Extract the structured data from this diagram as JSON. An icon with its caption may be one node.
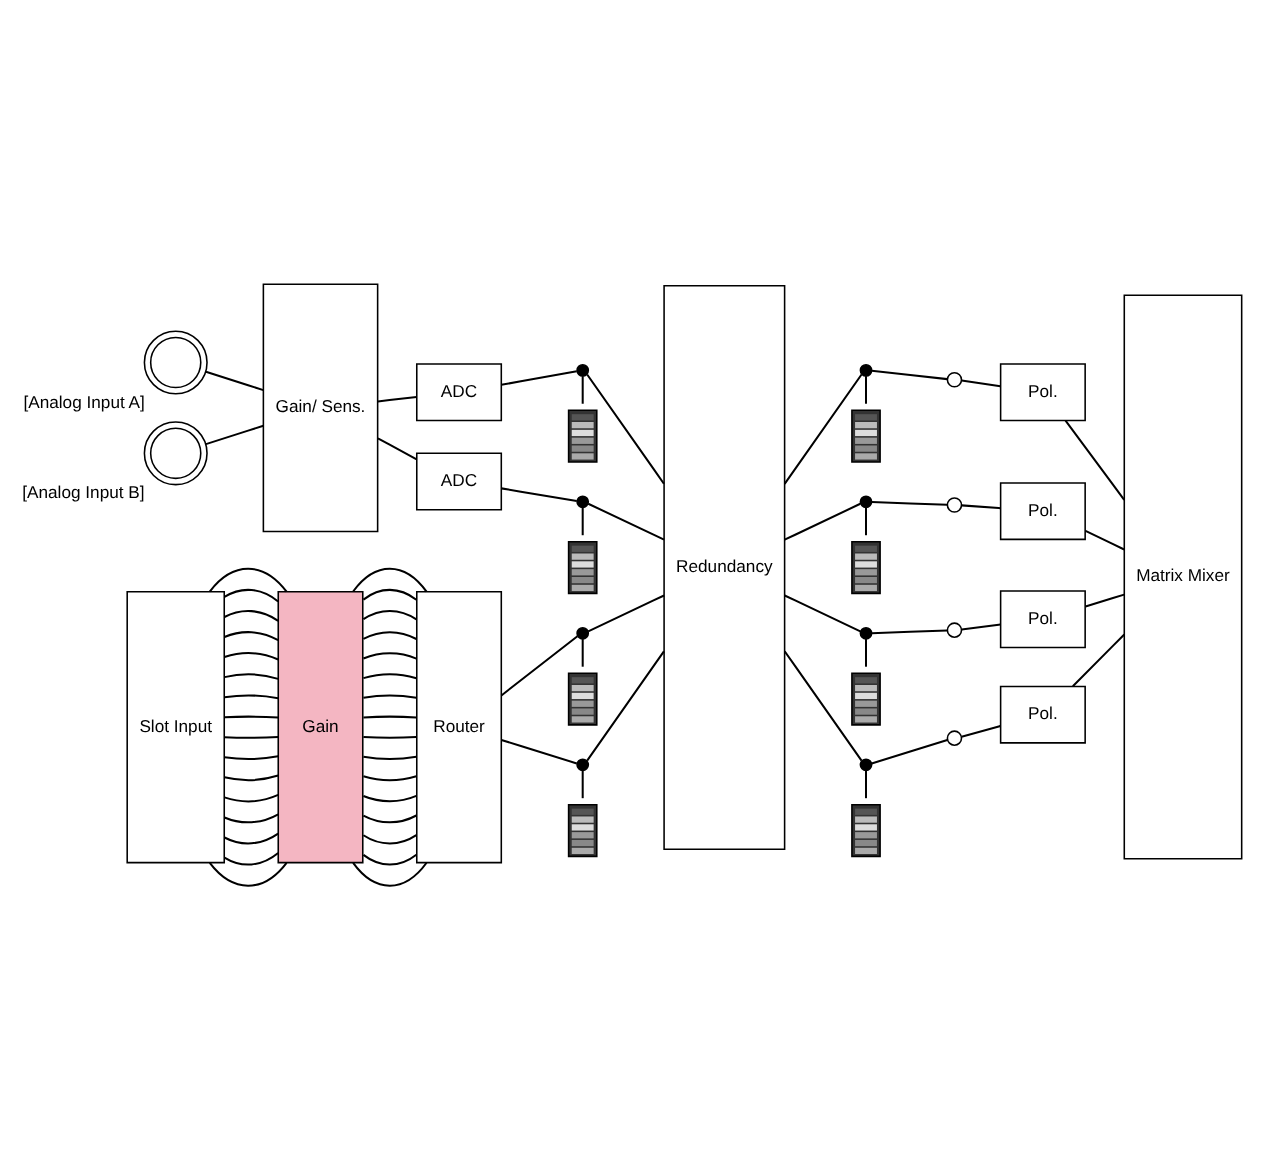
{
  "diagram": {
    "nodes": [
      {
        "text": [],
        "shape": "connector",
        "beside": [
          "[Analog Input A]"
        ]
      },
      {
        "text": [],
        "shape": "connector",
        "beside": [
          "[Analog Input B]"
        ]
      },
      {
        "text": [
          "Gain/ Sens."
        ]
      },
      {
        "text": [
          "ADC"
        ]
      },
      {
        "text": [
          "ADC"
        ]
      },
      {
        "text": [],
        "shape": "meter"
      },
      {
        "text": [],
        "shape": "dot"
      },
      {
        "text": [],
        "shape": "meter"
      },
      {
        "text": [],
        "shape": "dot"
      },
      {
        "text": [
          "Slot Input"
        ]
      },
      {
        "text": [
          "Gain"
        ]
      },
      {
        "text": [
          "Router"
        ]
      },
      {
        "text": [],
        "shape": "meter"
      },
      {
        "text": [],
        "shape": "dot"
      },
      {
        "text": [],
        "shape": "meter"
      },
      {
        "text": [],
        "shape": "dot"
      },
      {
        "text": [
          "Redundancy"
        ]
      },
      {
        "text": [],
        "shape": "meter"
      },
      {
        "text": [],
        "shape": "dot"
      },
      {
        "text": [],
        "shape": "switch"
      },
      {
        "text": [
          "Pol."
        ]
      },
      {
        "text": [],
        "shape": "meter"
      },
      {
        "text": [],
        "shape": "dot"
      },
      {
        "text": [],
        "shape": "switch"
      },
      {
        "text": [
          "Pol."
        ]
      },
      {
        "text": [],
        "shape": "meter"
      },
      {
        "text": [],
        "shape": "dot"
      },
      {
        "text": [],
        "shape": "switch"
      },
      {
        "text": [
          "Pol."
        ]
      },
      {
        "text": [],
        "shape": "meter"
      },
      {
        "text": [],
        "shape": "dot"
      },
      {
        "text": [],
        "shape": "switch"
      },
      {
        "text": [
          "Pol."
        ]
      },
      {
        "text": [
          "Matrix Mixer"
        ]
      }
    ],
    "edges": [
      {
        "from": 0,
        "to": 2,
        "arrow": "none"
      },
      {
        "from": 1,
        "to": 2,
        "arrow": "none"
      },
      {
        "from": 2,
        "to": 3,
        "arrow": "none"
      },
      {
        "from": 2,
        "to": 4,
        "arrow": "none"
      },
      {
        "from": 3,
        "to": 6,
        "arrow": "none"
      },
      {
        "from": 6,
        "to": 5,
        "arrow": "none"
      },
      {
        "from": 6,
        "to": 16,
        "arrow": "none"
      },
      {
        "from": 4,
        "to": 8,
        "arrow": "none"
      },
      {
        "from": 8,
        "to": 7,
        "arrow": "none"
      },
      {
        "from": 8,
        "to": 16,
        "arrow": "none"
      },
      {
        "from": 9,
        "to": 10,
        "arrow": "none"
      },
      {
        "from": 9,
        "to": 10,
        "arrow": "none"
      },
      {
        "from": 9,
        "to": 10,
        "arrow": "none"
      },
      {
        "from": 9,
        "to": 10,
        "arrow": "none"
      },
      {
        "from": 9,
        "to": 10,
        "arrow": "none"
      },
      {
        "from": 9,
        "to": 10,
        "arrow": "none"
      },
      {
        "from": 9,
        "to": 10,
        "arrow": "none"
      },
      {
        "from": 9,
        "to": 10,
        "arrow": "none"
      },
      {
        "from": 9,
        "to": 10,
        "arrow": "none"
      },
      {
        "from": 9,
        "to": 10,
        "arrow": "none"
      },
      {
        "from": 9,
        "to": 10,
        "arrow": "none"
      },
      {
        "from": 9,
        "to": 10,
        "arrow": "none"
      },
      {
        "from": 9,
        "to": 10,
        "arrow": "none"
      },
      {
        "from": 9,
        "to": 10,
        "arrow": "none"
      },
      {
        "from": 9,
        "to": 10,
        "arrow": "none"
      },
      {
        "from": 9,
        "to": 10,
        "arrow": "none"
      },
      {
        "from": 10,
        "to": 11,
        "arrow": "none"
      },
      {
        "from": 10,
        "to": 11,
        "arrow": "none"
      },
      {
        "from": 10,
        "to": 11,
        "arrow": "none"
      },
      {
        "from": 10,
        "to": 11,
        "arrow": "none"
      },
      {
        "from": 10,
        "to": 11,
        "arrow": "none"
      },
      {
        "from": 10,
        "to": 11,
        "arrow": "none"
      },
      {
        "from": 10,
        "to": 11,
        "arrow": "none"
      },
      {
        "from": 10,
        "to": 11,
        "arrow": "none"
      },
      {
        "from": 10,
        "to": 11,
        "arrow": "none"
      },
      {
        "from": 10,
        "to": 11,
        "arrow": "none"
      },
      {
        "from": 10,
        "to": 11,
        "arrow": "none"
      },
      {
        "from": 10,
        "to": 11,
        "arrow": "none"
      },
      {
        "from": 10,
        "to": 11,
        "arrow": "none"
      },
      {
        "from": 10,
        "to": 11,
        "arrow": "none"
      },
      {
        "from": 10,
        "to": 11,
        "arrow": "none"
      },
      {
        "from": 10,
        "to": 11,
        "arrow": "none"
      },
      {
        "from": 11,
        "to": 13,
        "arrow": "none"
      },
      {
        "from": 13,
        "to": 12,
        "arrow": "none"
      },
      {
        "from": 13,
        "to": 16,
        "arrow": "none"
      },
      {
        "from": 11,
        "to": 15,
        "arrow": "none"
      },
      {
        "from": 15,
        "to": 14,
        "arrow": "none"
      },
      {
        "from": 15,
        "to": 16,
        "arrow": "none"
      },
      {
        "from": 16,
        "to": 18,
        "arrow": "none"
      },
      {
        "from": 18,
        "to": 17,
        "arrow": "none"
      },
      {
        "from": 18,
        "to": 19,
        "arrow": "none"
      },
      {
        "from": 19,
        "to": 20,
        "arrow": "none"
      },
      {
        "from": 20,
        "to": 33,
        "arrow": "none"
      },
      {
        "from": 16,
        "to": 22,
        "arrow": "none"
      },
      {
        "from": 22,
        "to": 21,
        "arrow": "none"
      },
      {
        "from": 22,
        "to": 23,
        "arrow": "none"
      },
      {
        "from": 23,
        "to": 24,
        "arrow": "none"
      },
      {
        "from": 24,
        "to": 33,
        "arrow": "none"
      },
      {
        "from": 16,
        "to": 26,
        "arrow": "none"
      },
      {
        "from": 26,
        "to": 25,
        "arrow": "none"
      },
      {
        "from": 26,
        "to": 27,
        "arrow": "none"
      },
      {
        "from": 27,
        "to": 28,
        "arrow": "none"
      },
      {
        "from": 28,
        "to": 33,
        "arrow": "none"
      },
      {
        "from": 16,
        "to": 30,
        "arrow": "none"
      },
      {
        "from": 30,
        "to": 29,
        "arrow": "none"
      },
      {
        "from": 30,
        "to": 31,
        "arrow": "none"
      },
      {
        "from": 31,
        "to": 32,
        "arrow": "none"
      },
      {
        "from": 32,
        "to": 33,
        "arrow": "none"
      }
    ]
  }
}
